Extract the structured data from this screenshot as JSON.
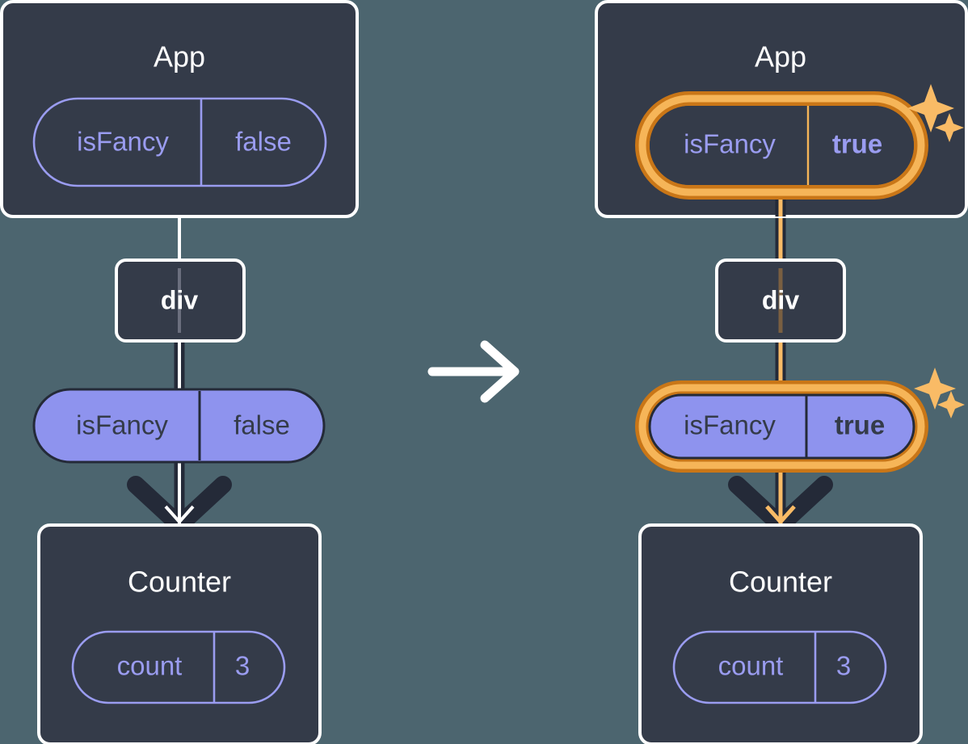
{
  "meta": {
    "background_color": "#4c656f",
    "panel_color": "#343b49",
    "panel_border_color": "#ffffff",
    "pill_outline_color": "#9a9cf0",
    "pill_solid_color": "#8e93ee",
    "highlight_outer_color": "#c97617",
    "highlight_inner_color": "#f6b558",
    "connector_color": "#242a38",
    "sparkle_color": "#f9bb66"
  },
  "transition": {
    "icon": "right-arrow-icon",
    "label": "transitions to"
  },
  "left_panel": {
    "app": {
      "title": "App",
      "state_pill": {
        "name": "isFancy",
        "value": "false",
        "style": "outline",
        "highlighted": false
      }
    },
    "div_node": {
      "label": "div"
    },
    "prop_pill": {
      "name": "isFancy",
      "value": "false",
      "style": "solid",
      "highlighted": false
    },
    "counter": {
      "title": "Counter",
      "state_pill": {
        "name": "count",
        "value": "3",
        "style": "outline",
        "highlighted": false
      }
    }
  },
  "right_panel": {
    "app": {
      "title": "App",
      "state_pill": {
        "name": "isFancy",
        "value": "true",
        "style": "outline",
        "highlighted": true,
        "sparkles": 2
      }
    },
    "div_node": {
      "label": "div"
    },
    "prop_pill": {
      "name": "isFancy",
      "value": "true",
      "style": "solid",
      "highlighted": true,
      "sparkles": 2
    },
    "counter": {
      "title": "Counter",
      "state_pill": {
        "name": "count",
        "value": "3",
        "style": "outline",
        "highlighted": false
      }
    }
  }
}
